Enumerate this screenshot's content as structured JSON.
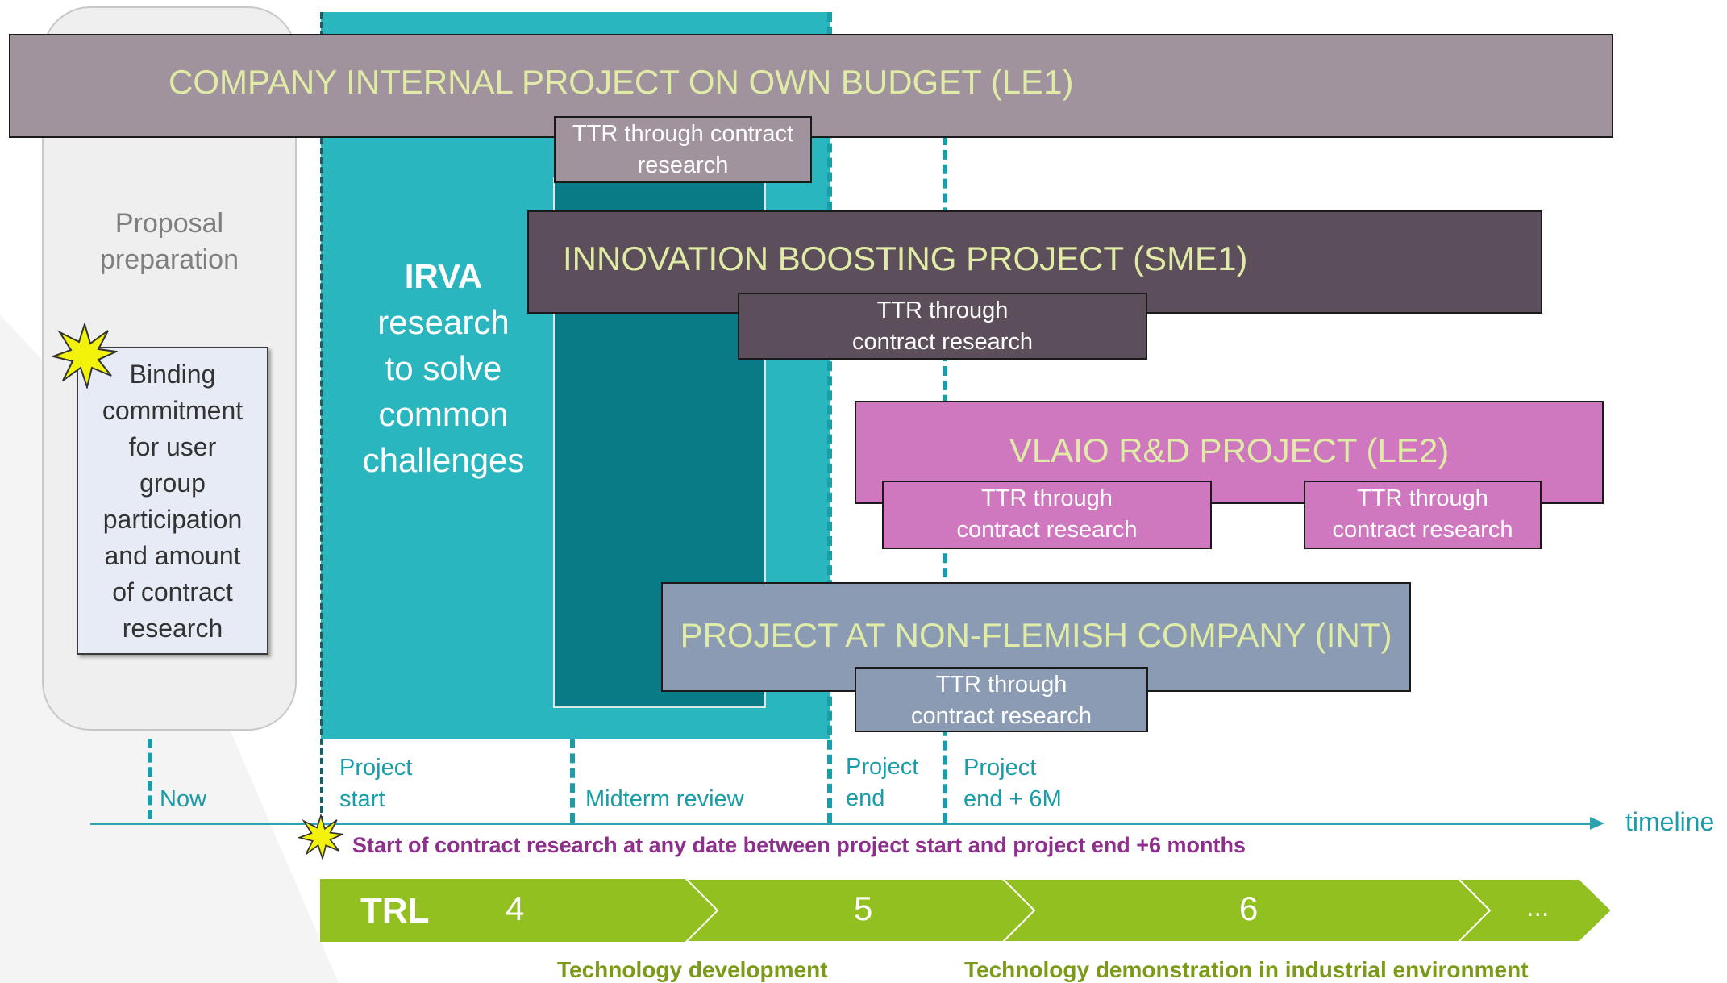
{
  "proposal": {
    "label_line1": "Proposal",
    "label_line2": "preparation"
  },
  "binding": {
    "lines": [
      "Binding",
      "commitment",
      "for user",
      "group",
      "participation",
      "and amount",
      "of contract",
      "research"
    ]
  },
  "irva": {
    "title": "IRVA",
    "lines": [
      "research",
      "to solve",
      "common",
      "challenges"
    ]
  },
  "projects": {
    "le1": {
      "title": "COMPANY INTERNAL PROJECT ON OWN BUDGET (LE1)",
      "ttr_line1": "TTR through contract",
      "ttr_line2": "research",
      "color": "#a1939e"
    },
    "sme1": {
      "title": "INNOVATION BOOSTING PROJECT (SME1)",
      "ttr_line1": "TTR through",
      "ttr_line2": "contract research",
      "color": "#5c4f5b"
    },
    "le2": {
      "title": "VLAIO R&D PROJECT (LE2)",
      "ttr_a_line1": "TTR through",
      "ttr_a_line2": "contract research",
      "ttr_b_line1": "TTR through",
      "ttr_b_line2": "contract research",
      "color": "#cf78bf"
    },
    "int": {
      "title": "PROJECT AT NON-FLEMISH COMPANY (INT)",
      "ttr_line1": "TTR through",
      "ttr_line2": "contract research",
      "color": "#8a9bb3"
    }
  },
  "timeline": {
    "now": "Now",
    "project_start_1": "Project",
    "project_start_2": "start",
    "midterm": "Midterm review",
    "project_end_1": "Project",
    "project_end_2": "end",
    "project_end6_1": "Project",
    "project_end6_2": "end + 6M",
    "label": "timeline"
  },
  "start_note": "Start of contract research at any date between project start and project end +6 months",
  "trl": {
    "label": "TRL",
    "levels": [
      "4",
      "5",
      "6",
      "..."
    ],
    "color": "#92c020"
  },
  "phases": {
    "development": "Technology development",
    "demonstration": "Technology demonstration in industrial environment"
  },
  "colors": {
    "irva": "#29b6bf",
    "irva_inner": "#087b86",
    "accent_text": "#e0eca6",
    "timeline": "#2aa5b0",
    "start_note": "#8e2f8e",
    "star": "#f2f20a"
  }
}
